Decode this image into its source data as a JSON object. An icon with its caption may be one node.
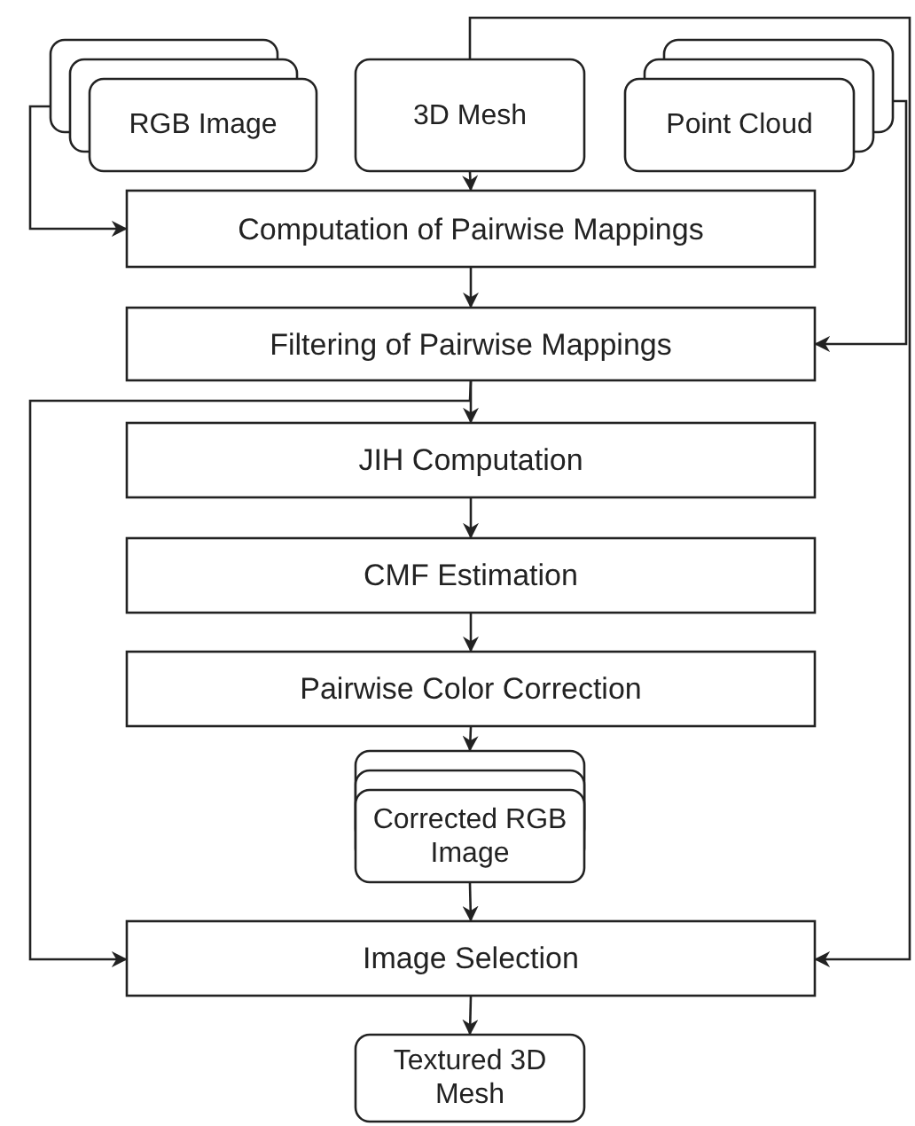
{
  "diagram": {
    "nodes": [
      {
        "text": [
          "RGB Image"
        ]
      },
      {
        "text": [
          "3D Mesh"
        ]
      },
      {
        "text": [
          "Point Cloud"
        ]
      },
      {
        "text": [
          "Computation of Pairwise Mappings"
        ]
      },
      {
        "text": [
          "Filtering of Pairwise Mappings"
        ]
      },
      {
        "text": [
          "JIH Computation"
        ]
      },
      {
        "text": [
          "CMF Estimation"
        ]
      },
      {
        "text": [
          "Pairwise Color Correction"
        ]
      },
      {
        "text": [
          "Corrected RGB Image"
        ]
      },
      {
        "text": [
          "Image Selection"
        ]
      },
      {
        "text": [
          "Textured 3D Mesh"
        ]
      }
    ],
    "edges": [
      {
        "from": 0,
        "to": 3,
        "arrow": "to"
      },
      {
        "from": 1,
        "to": 3,
        "arrow": "to"
      },
      {
        "from": 2,
        "to": 4,
        "arrow": "to"
      },
      {
        "from": 1,
        "to": 9,
        "arrow": "to"
      },
      {
        "from": 3,
        "to": 4,
        "arrow": "to"
      },
      {
        "from": 4,
        "to": 5,
        "arrow": "to"
      },
      {
        "from": 4,
        "to": 9,
        "arrow": "to"
      },
      {
        "from": 5,
        "to": 6,
        "arrow": "to"
      },
      {
        "from": 6,
        "to": 7,
        "arrow": "to"
      },
      {
        "from": 7,
        "to": 8,
        "arrow": "to"
      },
      {
        "from": 8,
        "to": 9,
        "arrow": "to"
      },
      {
        "from": 9,
        "to": 10,
        "arrow": "to"
      }
    ]
  }
}
